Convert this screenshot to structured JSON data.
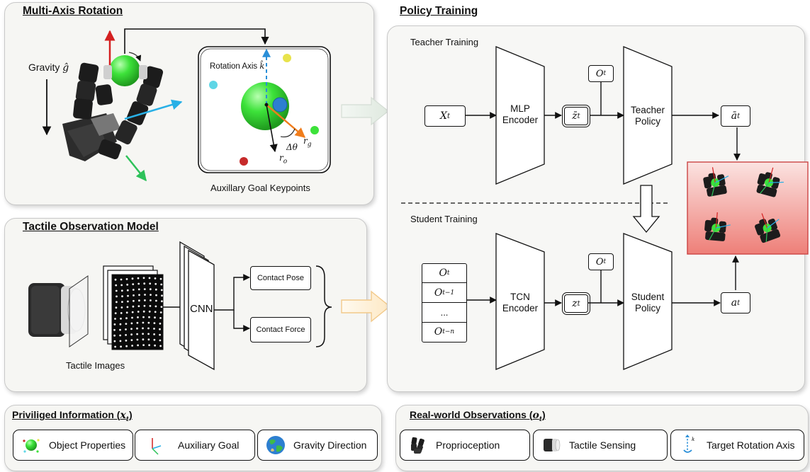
{
  "panels": {
    "multi_axis": {
      "title": "Multi-Axis Rotation",
      "gravity_label": "Gravity",
      "gravity_symbol": "ĝ",
      "rotation_axis_label": "Rotation Axis",
      "rotation_axis_symbol": "k̂",
      "delta_theta": "Δθ",
      "r_g": "r",
      "r_g_sub": "g",
      "r_o": "r",
      "r_o_sub": "o",
      "goal_caption": "Auxillary Goal Keypoints"
    },
    "tactile": {
      "title": "Tactile Observation Model",
      "images_caption": "Tactile Images",
      "cnn": "CNN",
      "contact_pose": "Contact Pose",
      "contact_force": "Contact Force"
    },
    "policy": {
      "title": "Policy Training",
      "teacher_section": "Teacher Training",
      "student_section": "Student Training",
      "x_t": "X",
      "x_t_sub": "t",
      "mlp_encoder": "MLP\nEncoder",
      "z_bar": "z̄",
      "z_bar_sub": "t",
      "o_t": "O",
      "o_t_sub": "t",
      "teacher_policy": "Teacher\nPolicy",
      "a_bar": "ā",
      "a_bar_sub": "t",
      "stack": [
        {
          "main": "O",
          "sub": "t"
        },
        {
          "main": "O",
          "sub": "t−1"
        },
        {
          "main": "...",
          "sub": ""
        },
        {
          "main": "O",
          "sub": "t−n"
        }
      ],
      "tcn_encoder": "TCN\nEncoder",
      "z": "z",
      "z_sub": "t",
      "student_policy": "Student\nPolicy",
      "a": "a",
      "a_sub": "t"
    }
  },
  "legend": {
    "privileged": {
      "title": "Priviliged Information",
      "symbol": "x",
      "symbol_sub": "t",
      "items": [
        {
          "label": "Object Properties",
          "icon": "green-sphere-icon"
        },
        {
          "label": "Auxiliary Goal",
          "icon": "goal-axes-icon"
        },
        {
          "label": "Gravity Direction",
          "icon": "earth-icon"
        }
      ]
    },
    "real": {
      "title": "Real-world Observations",
      "symbol": "o",
      "symbol_sub": "t",
      "items": [
        {
          "label": "Proprioception",
          "icon": "robot-hand-icon"
        },
        {
          "label": "Tactile Sensing",
          "icon": "tactile-sensor-icon"
        },
        {
          "label": "Target Rotation Axis",
          "icon": "rotation-axis-icon"
        }
      ]
    }
  },
  "colors": {
    "panel_bg": "#f6f6f3",
    "sphere_green": "#3de23a",
    "rollout_red": "#f08f8a",
    "orange_vector": "#f07d1c",
    "axis_blue": "#2a8fd8",
    "gravity_red": "#d42020"
  }
}
